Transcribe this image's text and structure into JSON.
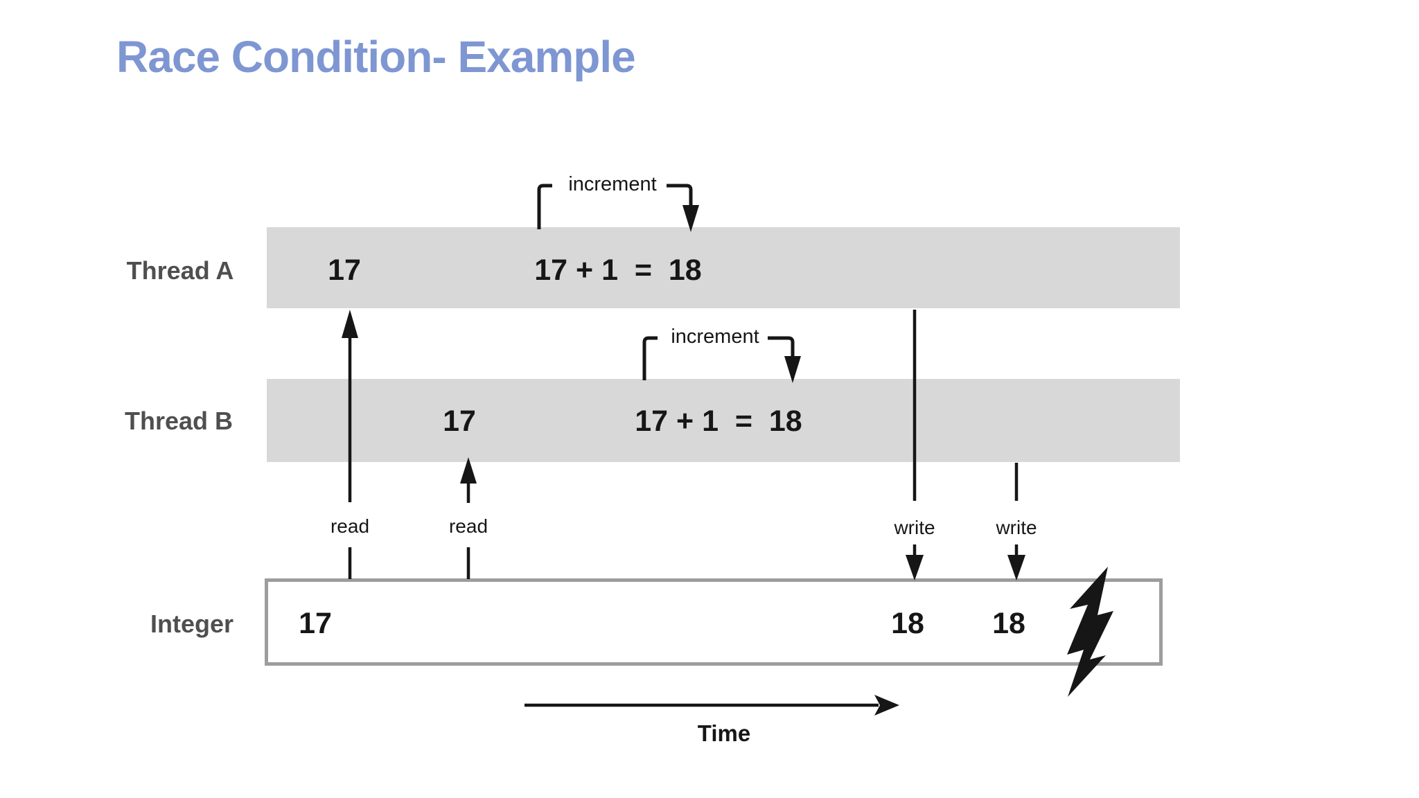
{
  "title": "Race Condition- Example",
  "colors": {
    "title": "#7E96D2",
    "bar_fill": "#D8D8D8",
    "box_border": "#9D9D9D",
    "label_gray": "#4F4F4F",
    "ink": "#161616"
  },
  "thread_a": {
    "label": "Thread A",
    "read_value": "17",
    "expression": "17 + 1  =  18",
    "increment_label": "increment",
    "read_label": "read",
    "write_label": "write"
  },
  "thread_b": {
    "label": "Thread B",
    "read_value": "17",
    "expression": "17 + 1  =  18",
    "increment_label": "increment",
    "read_label": "read",
    "write_label": "write"
  },
  "integer": {
    "label": "Integer",
    "initial_value": "17",
    "written_value_a": "18",
    "written_value_b": "18"
  },
  "time_axis": {
    "label": "Time"
  },
  "icons": {
    "conflict_icon": "lightning-bolt"
  }
}
